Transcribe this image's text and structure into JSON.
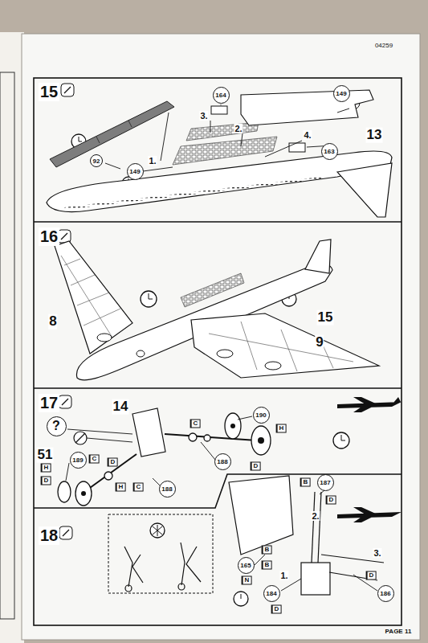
{
  "diagram": {
    "nodes": [
      {
        "text": [
          "15"
        ]
      },
      {
        "text": [
          "164"
        ],
        "in": 0
      },
      {
        "text": [
          "149"
        ],
        "in": 0
      },
      {
        "text": [
          "163"
        ],
        "in": 0
      },
      {
        "text": [
          "92"
        ],
        "in": 0
      },
      {
        "text": [
          "149"
        ],
        "in": 0
      },
      {
        "text": [
          "16"
        ]
      },
      {
        "text": [
          "17"
        ]
      },
      {
        "text": [
          "190"
        ],
        "in": 7
      },
      {
        "text": [
          "?"
        ],
        "in": 7
      },
      {
        "text": [
          "189"
        ],
        "in": 7
      },
      {
        "text": [
          "188"
        ],
        "in": 7
      },
      {
        "text": [
          "188"
        ],
        "in": 7
      },
      {
        "text": [
          "18"
        ]
      },
      {
        "text": [
          "187"
        ],
        "in": 13
      },
      {
        "text": [
          "165"
        ],
        "in": 13
      },
      {
        "text": [
          "184"
        ],
        "in": 13
      },
      {
        "text": [
          "186"
        ],
        "in": 13
      }
    ],
    "labels": [
      "04259",
      "3.",
      "2.",
      "4.",
      "1.",
      "13",
      "8",
      "15",
      "9",
      "14",
      "51",
      "C",
      "H",
      "D",
      "H",
      "C",
      "D",
      "D",
      "H",
      "C",
      "B",
      "D",
      "2.",
      "3.",
      "N",
      "1.",
      "B",
      "B",
      "D",
      "D",
      "PAGE 11"
    ]
  }
}
